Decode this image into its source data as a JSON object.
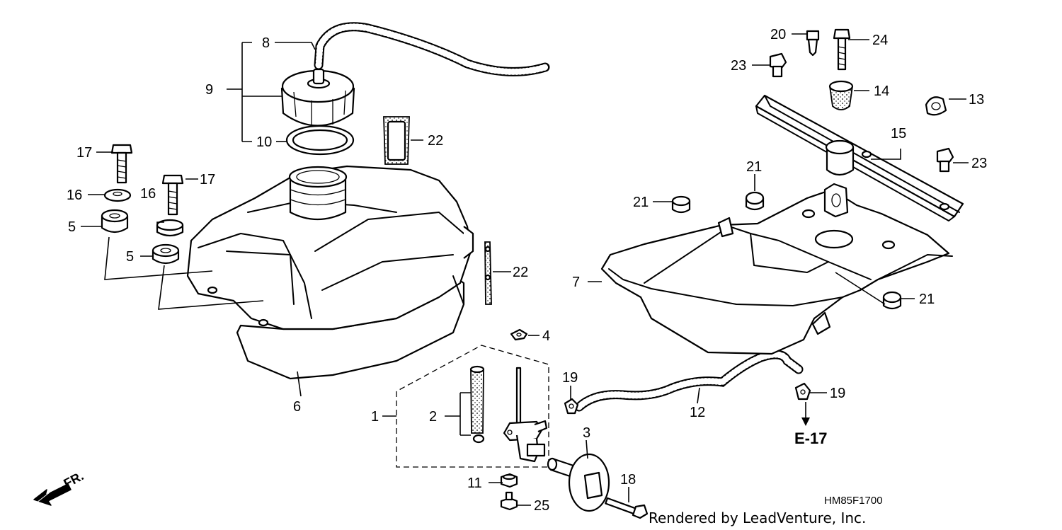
{
  "diagram_code": "HM85F1700",
  "credit": "Rendered by LeadVenture, Inc.",
  "reference": "E-17",
  "direction_label": "FR.",
  "callouts": {
    "c1": "1",
    "c2": "2",
    "c3": "3",
    "c4": "4",
    "c5a": "5",
    "c5b": "5",
    "c6": "6",
    "c7": "7",
    "c8": "8",
    "c9": "9",
    "c10": "10",
    "c11": "11",
    "c12": "12",
    "c13": "13",
    "c14": "14",
    "c15": "15",
    "c16a": "16",
    "c16b": "16",
    "c17a": "17",
    "c17b": "17",
    "c18": "18",
    "c19a": "19",
    "c19b": "19",
    "c20": "20",
    "c21a": "21",
    "c21b": "21",
    "c21c": "21",
    "c22a": "22",
    "c22b": "22",
    "c23a": "23",
    "c23b": "23",
    "c24": "24",
    "c25": "25"
  }
}
